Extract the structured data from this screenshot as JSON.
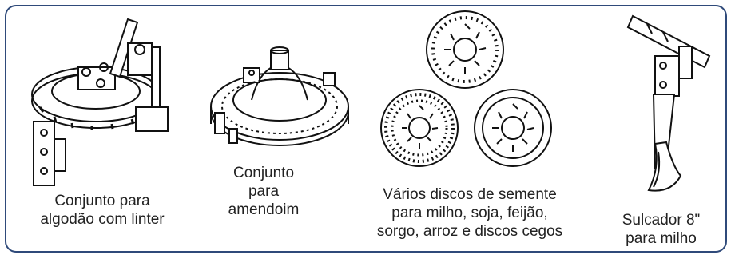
{
  "items": [
    {
      "caption": "Conjunto para\nalgodão com linter"
    },
    {
      "caption": "Conjunto\npara\namendoim"
    },
    {
      "caption": "Vários discos de semente\npara milho, soja, feijão,\nsorgo, arroz e discos cegos"
    },
    {
      "caption": "Sulcador 8\"\npara milho"
    }
  ],
  "colors": {
    "border": "#2f4a7a",
    "ink": "#222222"
  }
}
